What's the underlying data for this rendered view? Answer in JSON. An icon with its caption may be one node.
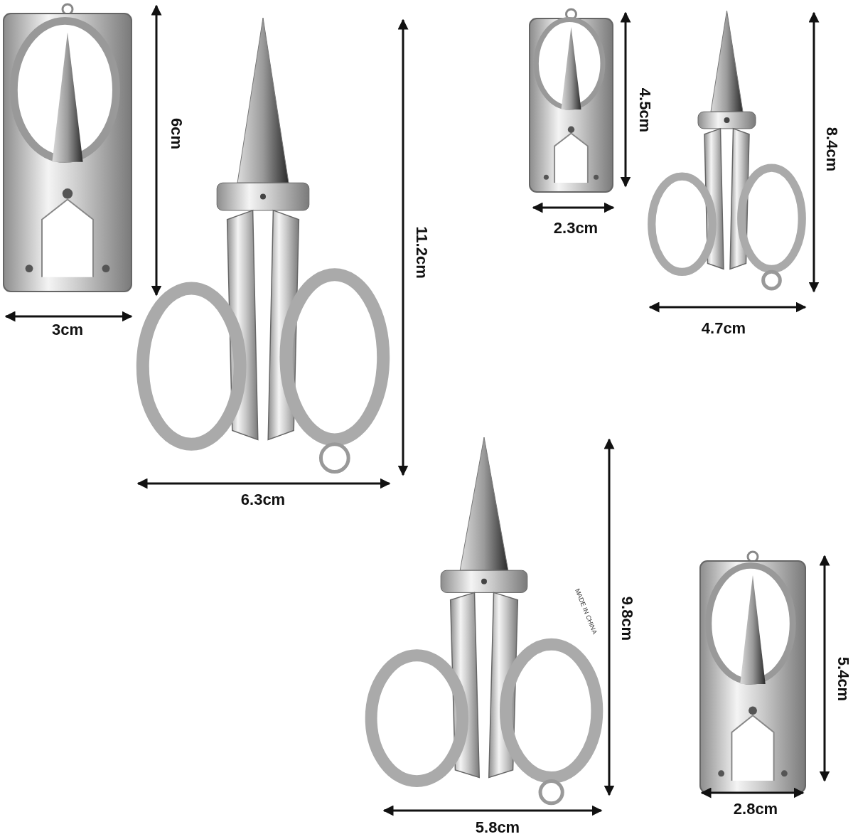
{
  "diagram": {
    "labels": [
      "6cm",
      "11.2cm",
      "4.5cm",
      "8.4cm",
      "2.3cm",
      "4.7cm",
      "3cm",
      "6.3cm",
      "9.8cm",
      "MADE IN CHINA",
      "5.4cm",
      "2.8cm",
      "5.8cm"
    ]
  }
}
